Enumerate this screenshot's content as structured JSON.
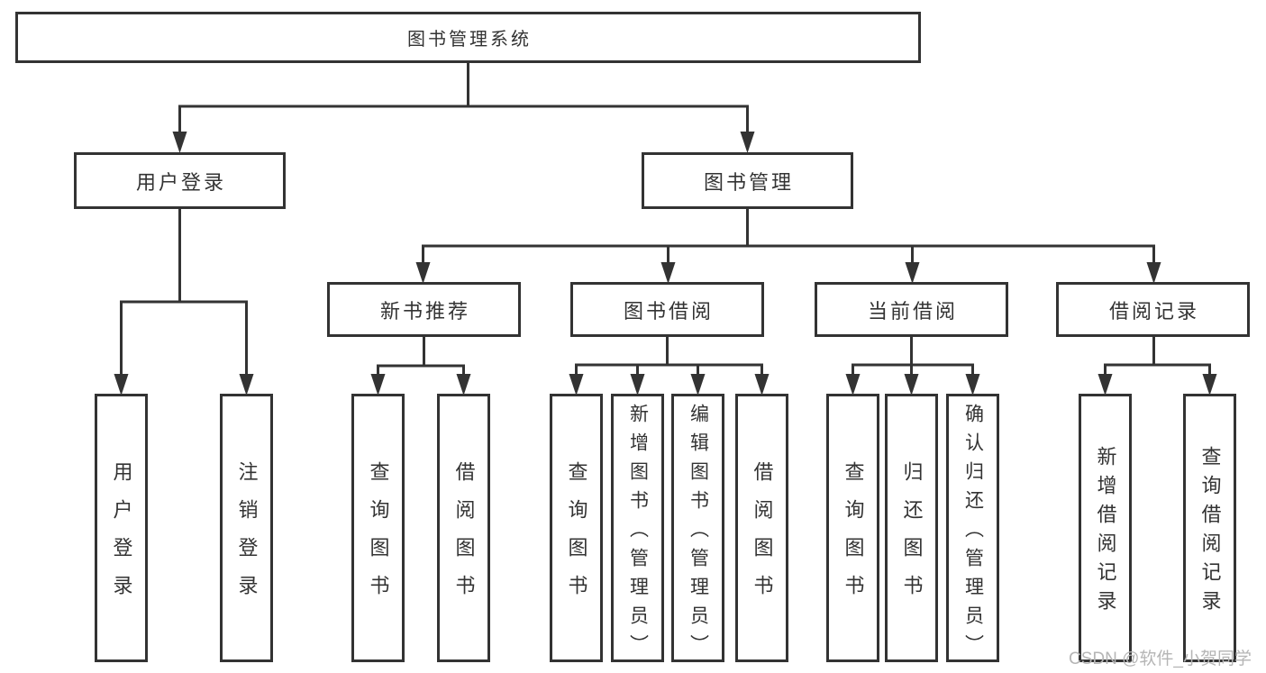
{
  "diagram": {
    "nodes": {
      "root": "图书管理系统",
      "user_login": "用户登录",
      "book_mgmt": "图书管理",
      "new_book": "新书推荐",
      "book_borrow": "图书借阅",
      "current_borrow": "当前借阅",
      "borrow_records": "借阅记录",
      "ul_login": "用户登录",
      "ul_logout": "注销登录",
      "nb_query": "查询图书",
      "nb_borrow": "借阅图书",
      "bb_query": "查询图书",
      "bb_add": "新增图书（管理员）",
      "bb_edit": "编辑图书（管理员）",
      "bb_borrow": "借阅图书",
      "cb_query": "查询图书",
      "cb_return": "归还图书",
      "cb_confirm": "确认归还（管理员）",
      "br_add": "新增借阅记录",
      "br_query": "查询借阅记录"
    },
    "watermark": "CSDN @软件_小贺同学",
    "colors": {
      "line": "#333333",
      "text": "#333333",
      "watermark": "#b5b5b5",
      "background": "#ffffff"
    }
  }
}
